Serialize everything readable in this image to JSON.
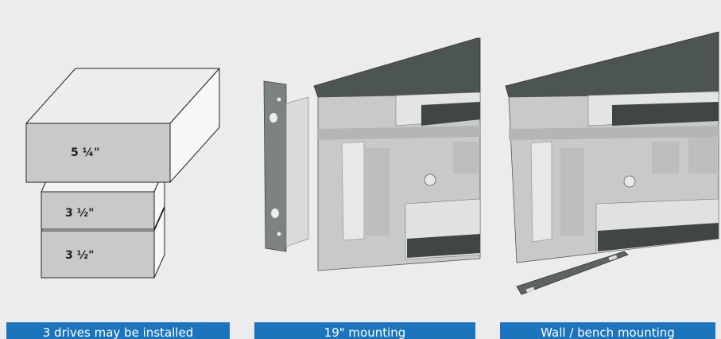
{
  "drives": {
    "large": "5 ¼\"",
    "small1": "3 ½\"",
    "small2": "3 ½\""
  },
  "captions": {
    "drives": "3 drives may be installed",
    "rack": "19\" mounting",
    "wall": "Wall / bench mounting"
  },
  "colors": {
    "background": "#ececec",
    "caption_bar": "#1c75bc",
    "chassis_top": "#4d5551",
    "chassis_metal": "#c8c9c9"
  }
}
